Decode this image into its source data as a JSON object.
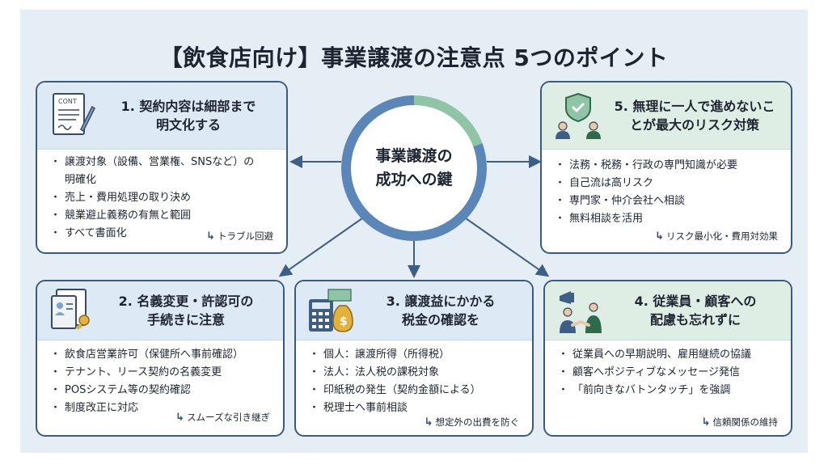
{
  "title": "【飲食店向け】事業譲渡の注意点 5つのポイント",
  "hub": {
    "line1": "事業譲渡の",
    "line2": "成功への鍵"
  },
  "colors": {
    "border": "#3a5a80",
    "head_blue": "#dde9f5",
    "head_green": "#dfeee5",
    "arrow": "#3d5f86",
    "hub_ring_blue": "#5b86b8",
    "hub_ring_green": "#8fc4a6"
  },
  "cards": [
    {
      "icon": "contract-icon",
      "icon_label": "CONT",
      "title_lines": [
        "1. 契約内容は細部まで",
        "明文化する"
      ],
      "items": [
        "譲渡対象（設備、営業権、SNSなど）の明確化",
        "売上・費用処理の取り決め",
        "競業避止義務の有無と範囲",
        "すべて書面化"
      ],
      "result": "トラブル回避"
    },
    {
      "icon": "certificate-key-icon",
      "title_lines": [
        "2. 名義変更・許認可の",
        "手続きに注意"
      ],
      "items": [
        "飲食店営業許可（保健所へ事前確認）",
        "テナント、リース契約の名義変更",
        "POSシステム等の契約確認",
        "制度改正に対応"
      ],
      "result": "スムーズな引き継ぎ"
    },
    {
      "icon": "calculator-money-icon",
      "title_lines": [
        "3. 譲渡益にかかる",
        "税金の確認を"
      ],
      "items": [
        "個人：譲渡所得（所得税）",
        "法人：法人税の課税対象",
        "印紙税の発生（契約金額による）",
        "税理士へ事前相談"
      ],
      "result": "想定外の出費を防ぐ"
    },
    {
      "icon": "handshake-icon",
      "title_lines": [
        "4. 従業員・顧客への",
        "配慮も忘れずに"
      ],
      "items": [
        "従業員への早期説明、雇用継続の協議",
        "顧客へポジティブなメッセージ発信",
        "「前向きなバトンタッチ」を強調"
      ],
      "result": "信頼関係の維持"
    },
    {
      "icon": "consultation-shield-icon",
      "title_lines": [
        "5. 無理に一人で進めないこ",
        "とが最大のリスク対策"
      ],
      "items": [
        "法務・税務・行政の専門知識が必要",
        "自己流は高リスク",
        "専門家・仲介会社へ相談",
        "無料相談を活用"
      ],
      "result": "リスク最小化・費用対効果"
    }
  ]
}
